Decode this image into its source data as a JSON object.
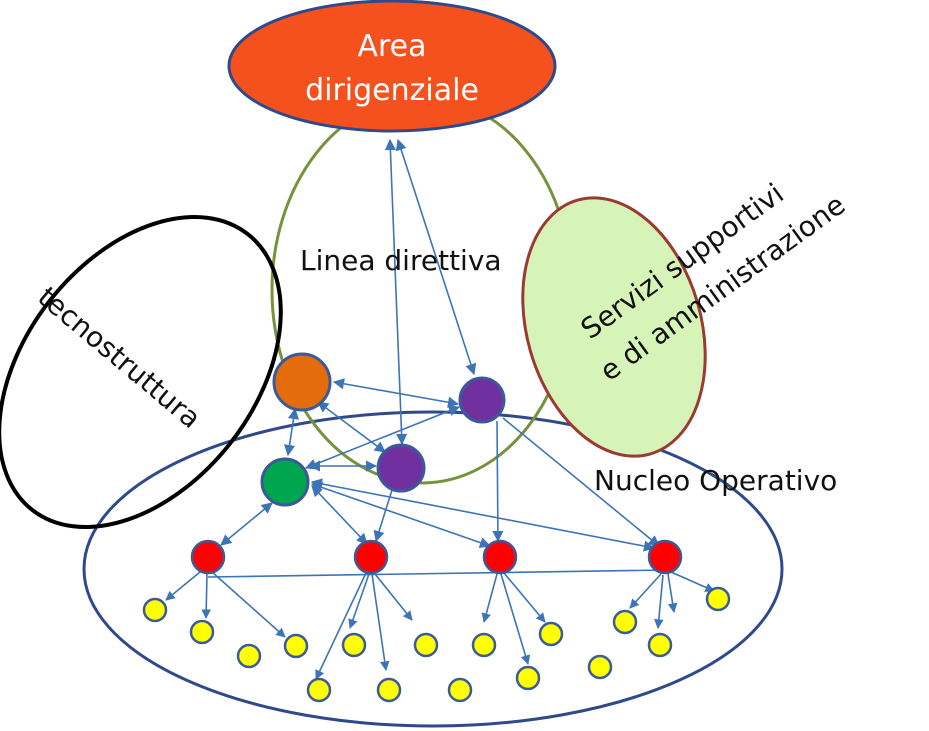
{
  "labels": {
    "area_dirigenziale_line1": "Area",
    "area_dirigenziale_line2": "dirigenziale",
    "linea_direttiva": "Linea direttiva",
    "tecnostruttura": "tecnostruttura",
    "servizi_line1": "Servizi supportivi",
    "servizi_line2": "e di amministrazione",
    "nucleo_operativo": "Nucleo Operativo"
  },
  "colors": {
    "area_dirigenziale_fill": "#f4511e",
    "area_dirigenziale_stroke": "#2f4a8a",
    "linea_direttiva_stroke": "#76923c",
    "tecnostruttura_stroke": "#000000",
    "servizi_fill": "#d6f3b8",
    "servizi_stroke": "#9b3a33",
    "nucleo_stroke": "#2f4a8a",
    "arrow": "#3d74b6",
    "orange_node": "#e46c0a",
    "purple_node": "#7030a0",
    "green_node": "#00a550",
    "red_node": "#ff0000",
    "yellow_node": "#ffff00",
    "node_stroke": "#3a5a9a"
  },
  "icons": {
    "orange_node": "circle-orange",
    "purple_node": "circle-purple",
    "green_node": "circle-green",
    "red_node": "circle-red",
    "yellow_node": "circle-yellow"
  }
}
